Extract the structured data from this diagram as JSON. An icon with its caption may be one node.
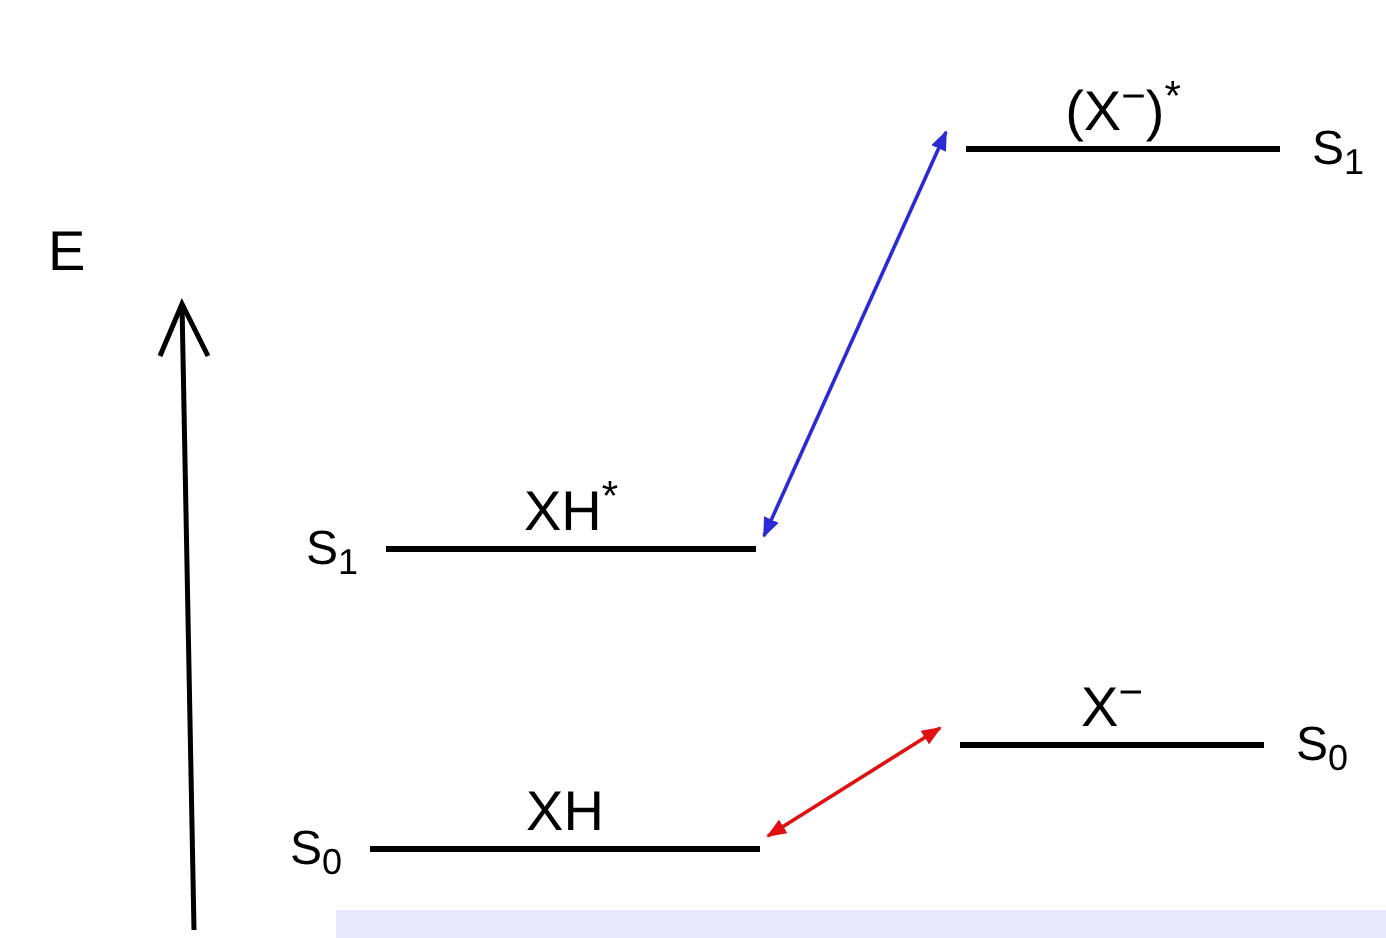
{
  "diagram": {
    "nodes": [
      {
        "text": [
          "XH$^{*}$"
        ],
        "beside": [
          "S$_{1}$"
        ]
      },
      {
        "text": [
          "(X$^{−}$)$^{*}$"
        ],
        "beside": [
          "S$_{1}$"
        ]
      },
      {
        "text": [
          "XH"
        ],
        "beside": [
          "S$_{0}$"
        ]
      },
      {
        "text": [
          "X$^{−}$"
        ],
        "beside": [
          "S$_{0}$"
        ]
      }
    ],
    "edges": [
      {
        "from": 0,
        "to": 1,
        "arrow": "both",
        "color": "#2b2bd6"
      },
      {
        "from": 2,
        "to": 3,
        "arrow": "both",
        "color": "#e01010"
      }
    ],
    "labels": [
      "E"
    ]
  }
}
